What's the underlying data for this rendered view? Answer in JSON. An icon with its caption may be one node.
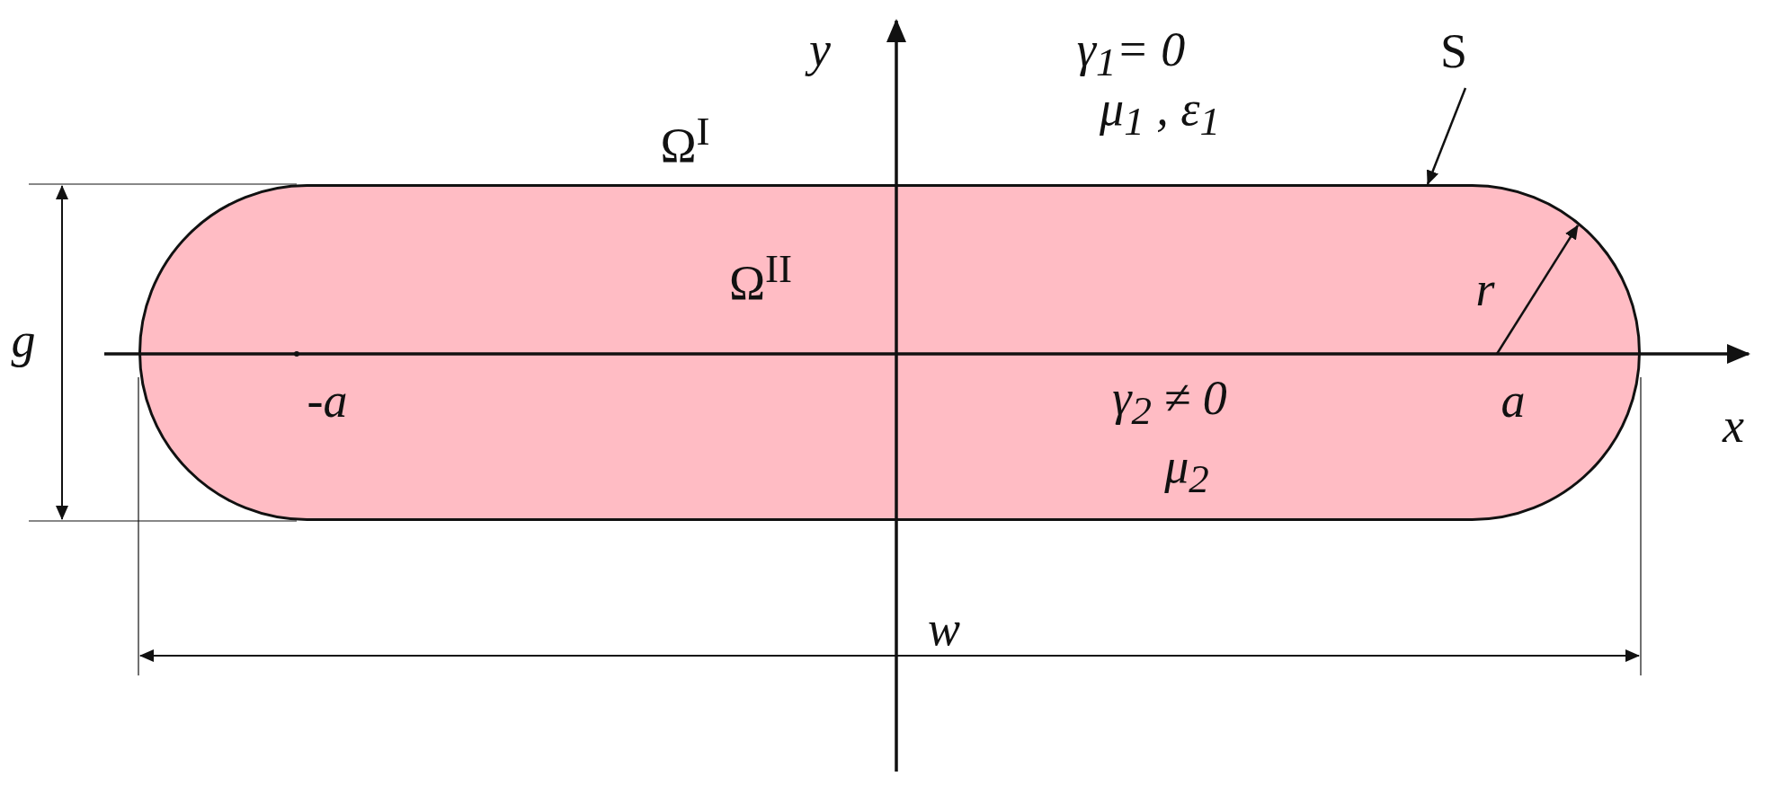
{
  "diagram": {
    "nodes": [
      {
        "text": [
          "Ω$^{II}$",
          "γ$_{2}$ ≠ 0",
          "μ$_{2}$"
        ]
      },
      {
        "text": [
          "S"
        ]
      }
    ],
    "edges": [
      {
        "from": 1,
        "to": 0,
        "arrow": "to"
      }
    ],
    "labels": [
      "y",
      "γ$_{1}$= 0",
      "Ω$^{I}$",
      "μ$_{1}$ , ε$_{1}$",
      "r",
      "g",
      "-a",
      "a",
      "x",
      "w"
    ]
  }
}
